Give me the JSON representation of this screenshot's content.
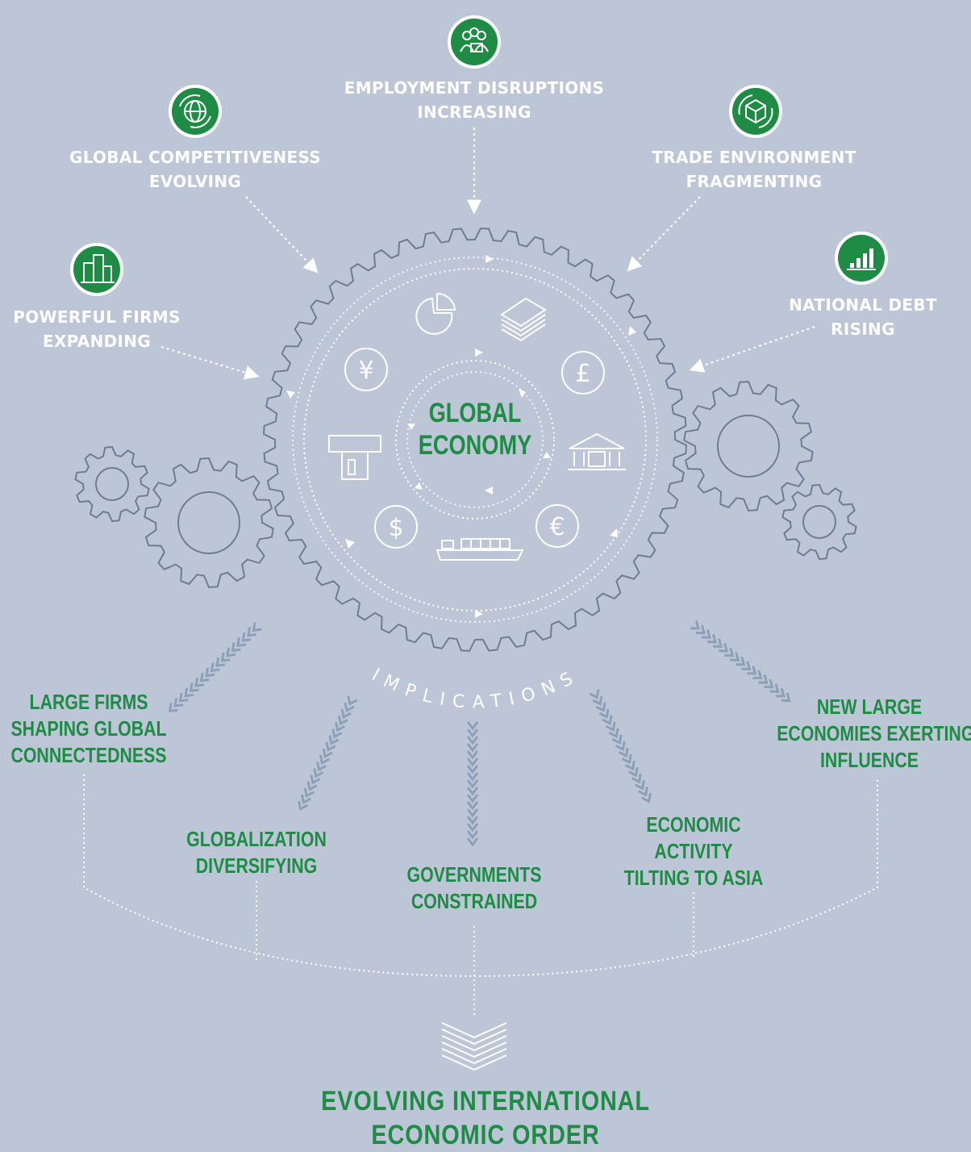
{
  "center": {
    "line1": "GLOBAL",
    "line2": "ECONOMY"
  },
  "implications_word": "IMPLICATIONS",
  "drivers": [
    {
      "line1": "EMPLOYMENT DISRUPTIONS",
      "line2": "INCREASING",
      "icon": "people-icon"
    },
    {
      "line1": "GLOBAL COMPETITIVENESS",
      "line2": "EVOLVING",
      "icon": "globe-icon"
    },
    {
      "line1": "TRADE ENVIRONMENT",
      "line2": "FRAGMENTING",
      "icon": "package-icon"
    },
    {
      "line1": "POWERFUL FIRMS",
      "line2": "EXPANDING",
      "icon": "buildings-icon"
    },
    {
      "line1": "NATIONAL DEBT",
      "line2": "RISING",
      "icon": "bar-chart-icon"
    }
  ],
  "implications": [
    {
      "lines": [
        "LARGE FIRMS",
        "SHAPING GLOBAL",
        "CONNECTEDNESS"
      ]
    },
    {
      "lines": [
        "GLOBALIZATION",
        "DIVERSIFYING"
      ]
    },
    {
      "lines": [
        "GOVERNMENTS",
        "CONSTRAINED"
      ]
    },
    {
      "lines": [
        "ECONOMIC",
        "ACTIVITY",
        "TILTING TO ASIA"
      ]
    },
    {
      "lines": [
        "NEW LARGE",
        "ECONOMIES EXERTING",
        "INFLUENCE"
      ]
    }
  ],
  "bottom": {
    "line1": "EVOLVING INTERNATIONAL",
    "line2": "ECONOMIC ORDER"
  },
  "inner_icons": [
    "pie-chart-icon",
    "money-stack-icon",
    "pound-icon",
    "bank-icon",
    "euro-icon",
    "ship-icon",
    "dollar-icon",
    "atm-icon",
    "yen-icon"
  ],
  "glyphs": {
    "yen": "¥",
    "pound": "£",
    "euro": "€",
    "dollar": "$"
  },
  "colors": {
    "background": "#bcc6d6",
    "accent_green": "#1e8c45",
    "line": "#ffffff",
    "gear_stroke": "#6e7d93",
    "chevron": "#8ea0b8"
  }
}
